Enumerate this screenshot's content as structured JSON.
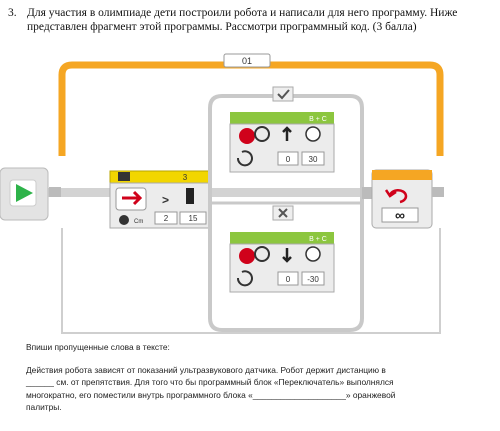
{
  "question": {
    "number": "3.",
    "text": "Для участия в олимпиаде дети построили робота и написали для него программу. Ниже представлен фрагмент этой программы. Рассмотри программный код.",
    "points": "(3 балла)"
  },
  "program": {
    "loop_label": "01",
    "switch_value": "3",
    "sensor_compare_op": ">",
    "sensor_port": "2",
    "sensor_threshold": "15",
    "true_case_icon": "checkmark-icon",
    "false_case_icon": "cross-icon",
    "motor_ports_true": "B + C",
    "motor_ports_false": "B + C",
    "motor_steering_true": "0",
    "motor_power_true": "30",
    "motor_steering_false": "0",
    "motor_power_false": "-30",
    "loop_end_symbol": "∞",
    "sensor_mode_label": "Cm",
    "colors": {
      "loop_orange": "#f5a623",
      "motor_green": "#8cc63f",
      "start_green": "#2eb34a",
      "block_gray": "#d9dadb",
      "switch_frame": "#c9c9c9"
    }
  },
  "task": {
    "heading": "Впиши пропущенные слова в тексте:",
    "line1": "Действия робота зависят от показаний ультразвукового   датчика.  Робот держит дистанцию в",
    "line2": "______  см. от препятствия.  Для того что бы программный блок  «Переключатель» выполнялся",
    "line3": "многократно, его поместили внутрь программного блока  «____________________»  оранжевой",
    "line4": "палитры."
  }
}
